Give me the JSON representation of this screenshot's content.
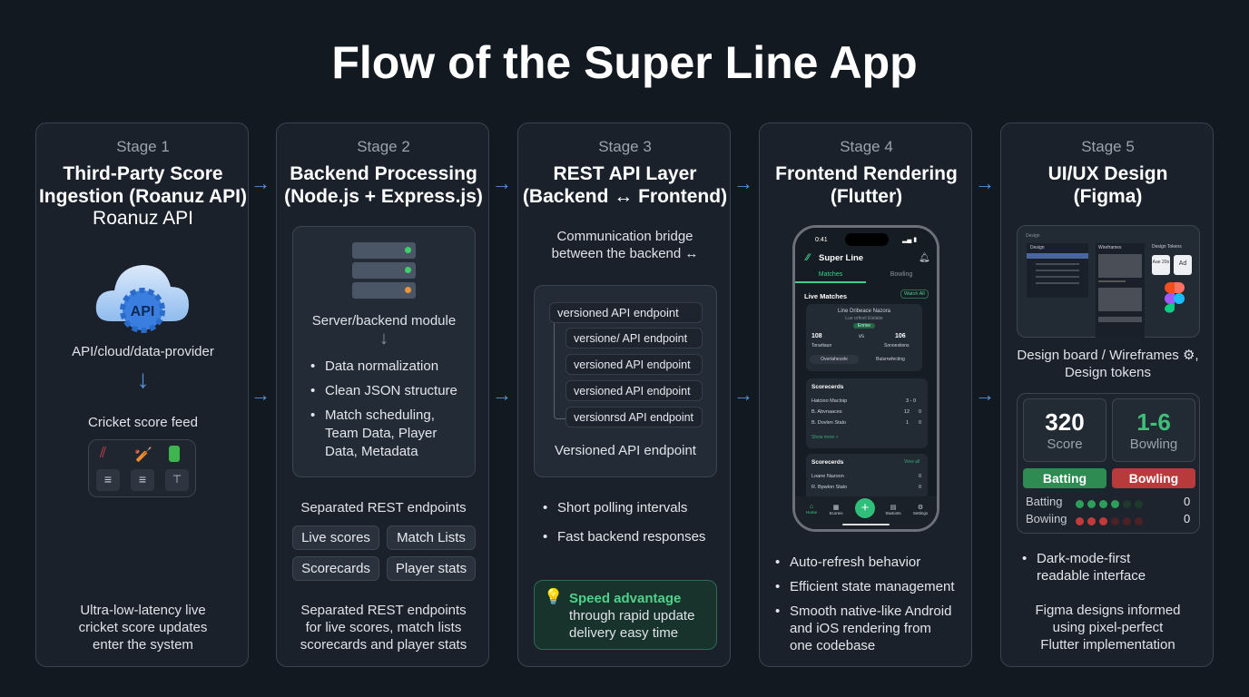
{
  "title": "Flow of the Super Line App",
  "stages": [
    {
      "stage": "Stage 1",
      "title": [
        "Third-Party Score",
        "Ingestion (Roanuz API)",
        "Roanuz API"
      ],
      "api_badge": "API",
      "provider": "API/cloud/data-provider",
      "feed": "Cricket score feed",
      "footer": [
        "Ultra-low-latency live",
        "cricket score updates",
        "enter the system"
      ]
    },
    {
      "stage": "Stage 2",
      "title": [
        "Backend Processing",
        "(Node.js + Express.js)"
      ],
      "module": "Server/backend module",
      "bullets": [
        "Data normalization",
        "Clean JSON structure",
        "Match scheduling,",
        "Team Data, Player",
        "Data, Metadata"
      ],
      "endpoints_label": "Separated REST endpoints",
      "pills": [
        "Live scores",
        "Match Lists",
        "Scorecards",
        "Player stats"
      ],
      "footer": [
        "Separated REST endpoints",
        "for live scores, match lists",
        "scorecards and player stats"
      ]
    },
    {
      "stage": "Stage 3",
      "title": [
        "REST API Layer",
        "(Backend ↔ Frontend)"
      ],
      "subtitle": [
        "Communication bridge",
        "between the backend ↔"
      ],
      "endpoints": [
        "versioned API endpoint",
        "versione/ API endpoint",
        "versioned API endpoint",
        "versioned API endpoint",
        "versionrsd API endpoint"
      ],
      "endpoint_caption": "Versioned API endpoint",
      "bullets": [
        "Short polling intervals",
        "Fast backend responses"
      ],
      "speed_title": "Speed advantage",
      "speed_text": [
        "through rapid update",
        "delivery easy time"
      ]
    },
    {
      "stage": "Stage 4",
      "title": [
        "Frontend Rendering",
        "(Flutter)"
      ],
      "phone": {
        "time": "0:41",
        "app": "Super Line",
        "tabs": [
          "Matches",
          "Bowling"
        ],
        "live": "Live Matches",
        "live_btn": "Watch All",
        "match_title": "Line Dribeace Nazora",
        "match_sub": "Lue orfioril Etelatie",
        "match_badge": "Enrive",
        "score_a": "108",
        "vs": "vs",
        "score_b": "106",
        "team_a": "Toraritaun",
        "team_b": "Sonoestions",
        "btn_a": "Overtahecele",
        "btn_b": "Butsrrwfecting",
        "card1_title": "Scorecerds",
        "card1_rows": [
          [
            "Hatcioo Macloip",
            "3 - 0",
            ""
          ],
          [
            "B. Abvnaaces",
            "12",
            "0"
          ],
          [
            "B. Dovlen Stalo",
            "1",
            "0"
          ]
        ],
        "show_more": "Show more  >",
        "card2_title": "Scorecerds",
        "card2_link": "View all",
        "card2_rows": [
          [
            "Loane Nazoon",
            "0"
          ],
          [
            "R. Bpwlon Stalo",
            "0"
          ]
        ],
        "nav": [
          "Home",
          "Scoreis",
          "Stwtonts",
          "Settings"
        ]
      },
      "bullets": [
        "Auto-refresh behavior",
        "Efficient state management",
        "Smooth native-like Android",
        "and iOS rendering from",
        "one codebase"
      ]
    },
    {
      "stage": "Stage 5",
      "title": [
        "UI/UX Design",
        "(Figma)"
      ],
      "board": {
        "header": "Design",
        "panel": "Design",
        "wire": "Wireframes",
        "tokens": "Design Tokens",
        "token_a": "Aae 20o",
        "token_b": "Ad"
      },
      "caption": [
        "Design board / Wireframes ⚙,",
        "Design tokens"
      ],
      "score": "320",
      "score_label": "Score",
      "bowling_val": "1-6",
      "bowling_label": "Bowling",
      "btn_batting": "Batting",
      "btn_bowling": "Bowling",
      "rows": [
        {
          "label": "Batting",
          "filled": 4,
          "total": 6,
          "value": "0"
        },
        {
          "label": "Bowiing",
          "filled": 3,
          "total": 6,
          "value": "0"
        }
      ],
      "bullets": [
        "Dark-mode-first",
        "readable interface"
      ],
      "footer": [
        "Figma designs informed",
        "using pixel-perfect",
        "Flutter implementation"
      ]
    }
  ],
  "colors": {
    "accent": "#5b8fd6",
    "green": "#2e9e5b",
    "red": "#c23b3b",
    "bg": "#131920"
  }
}
